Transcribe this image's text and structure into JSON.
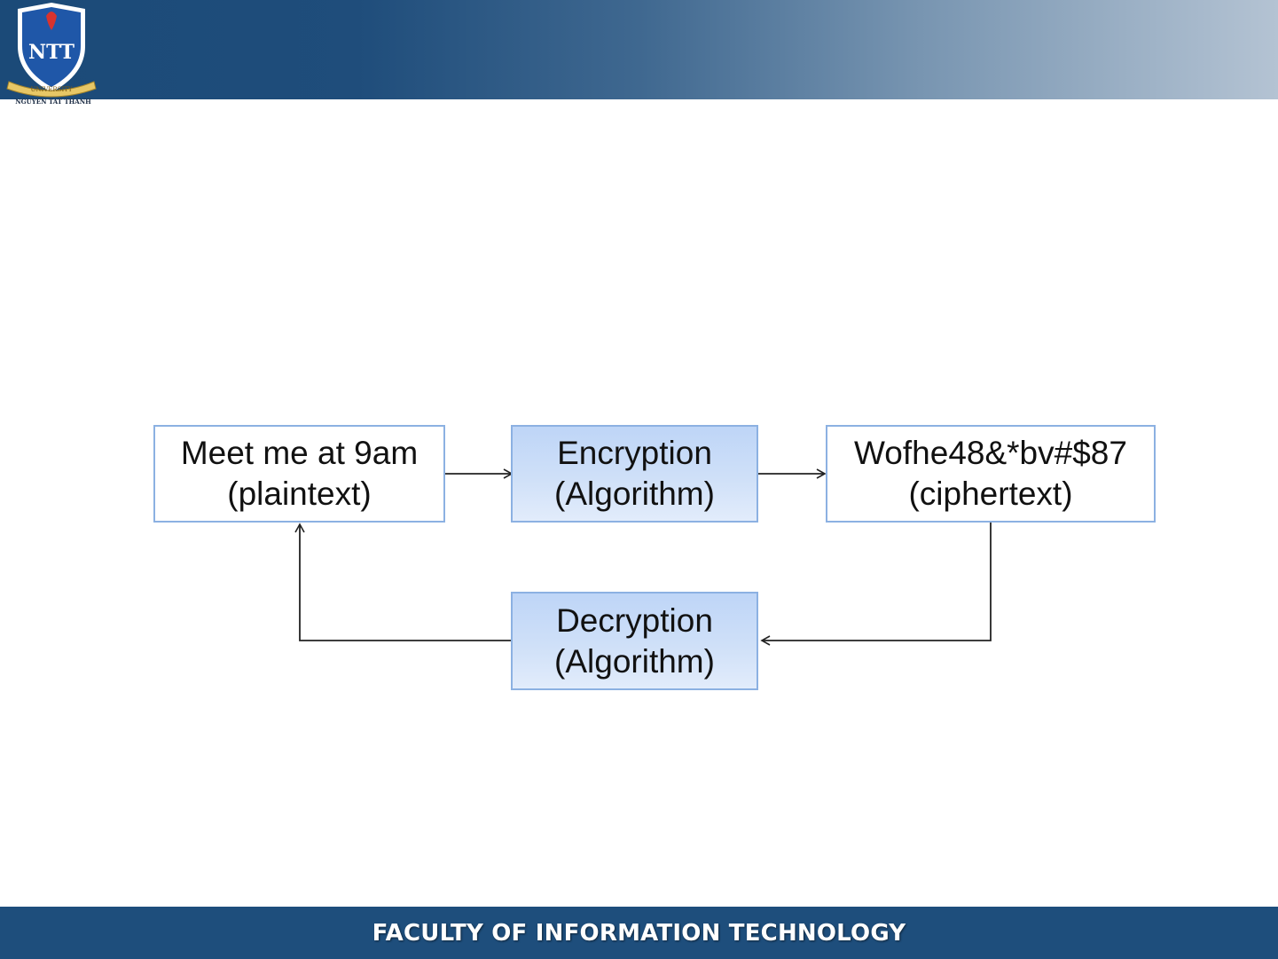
{
  "diagram": {
    "plaintext_box": {
      "line1": "Meet me at 9am",
      "line2": "(plaintext)"
    },
    "encryption_box": {
      "line1": "Encryption",
      "line2": "(Algorithm)"
    },
    "ciphertext_box": {
      "line1": "Wofhe48&*bv#$87",
      "line2": "(ciphertext)"
    },
    "decryption_box": {
      "line1": "Decryption",
      "line2": "(Algorithm)"
    }
  },
  "header": {
    "logo": {
      "icon": "university-shield-logo",
      "monogram": "NTT",
      "ribbon": "UNIVERSITY",
      "caption": "NGUYEN TAT THANH"
    }
  },
  "footer": {
    "text": "FACULTY OF INFORMATION TECHNOLOGY"
  },
  "colors": {
    "header_dark": "#1b4a78",
    "header_light": "#b4c3d3",
    "footer": "#1e4e7c",
    "box_border": "#8cb1e2",
    "algo_fill": "#c8dbf7"
  }
}
